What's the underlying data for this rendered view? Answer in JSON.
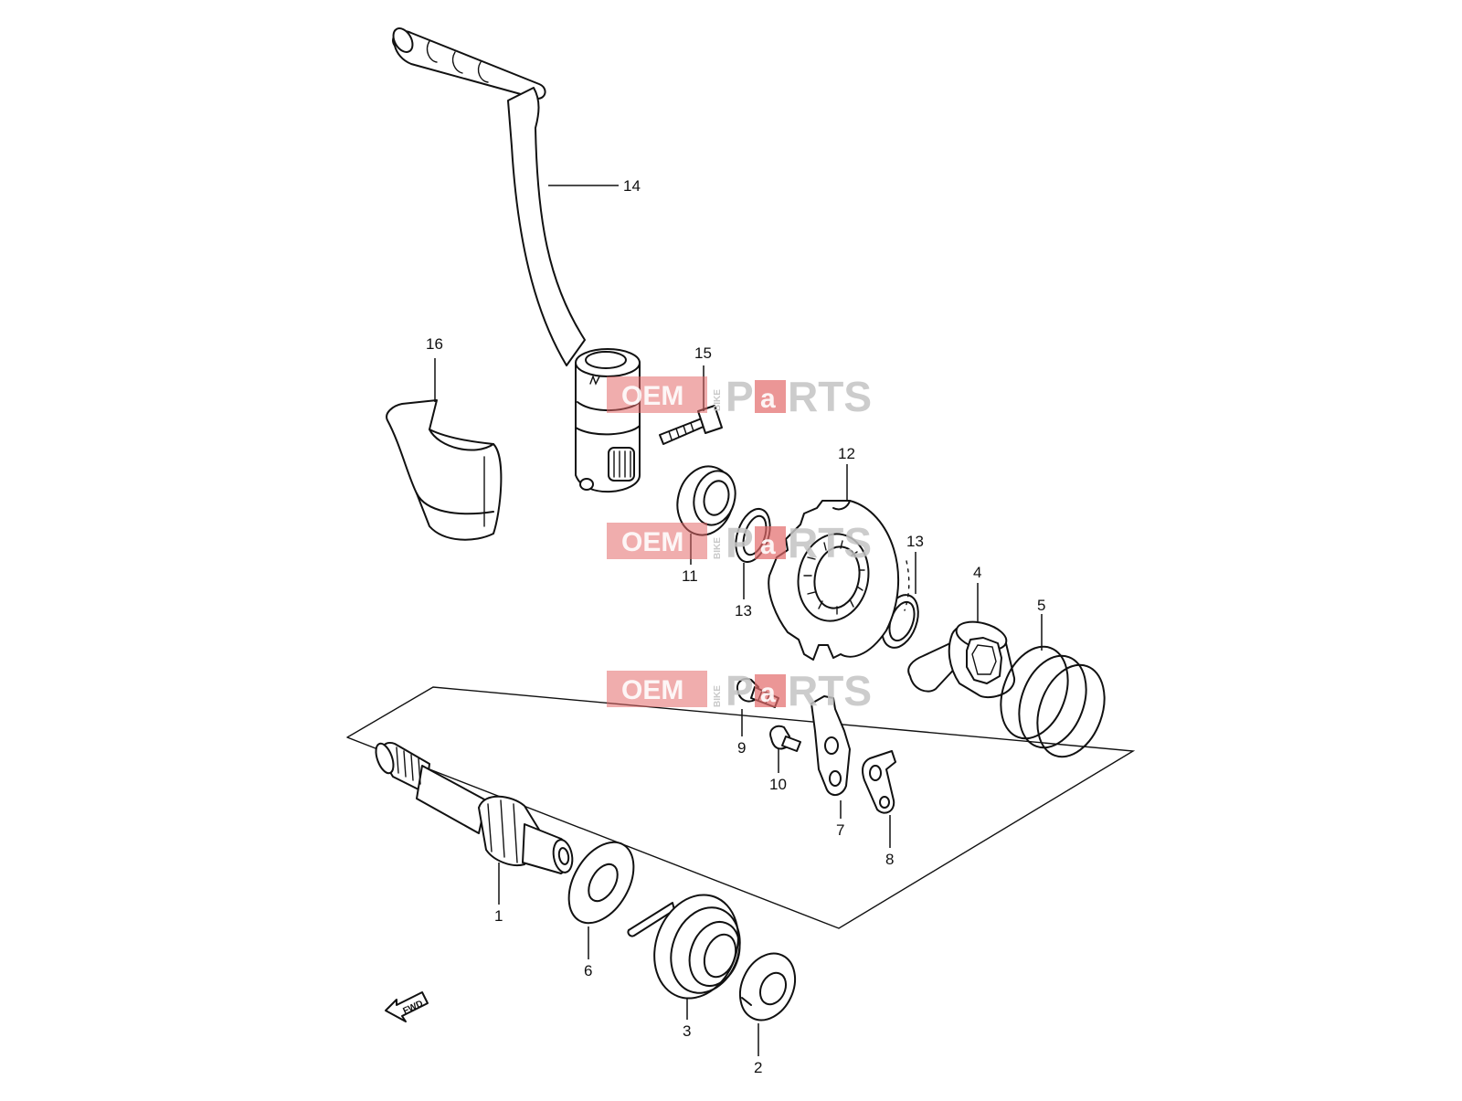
{
  "diagram": {
    "callouts": [
      {
        "id": "c1",
        "label": "1"
      },
      {
        "id": "c2",
        "label": "2"
      },
      {
        "id": "c3",
        "label": "3"
      },
      {
        "id": "c4",
        "label": "4"
      },
      {
        "id": "c5",
        "label": "5"
      },
      {
        "id": "c6",
        "label": "6"
      },
      {
        "id": "c7",
        "label": "7"
      },
      {
        "id": "c8",
        "label": "8"
      },
      {
        "id": "c9",
        "label": "9"
      },
      {
        "id": "c10",
        "label": "10"
      },
      {
        "id": "c11",
        "label": "11"
      },
      {
        "id": "c12",
        "label": "12"
      },
      {
        "id": "c13a",
        "label": "13"
      },
      {
        "id": "c13b",
        "label": "13"
      },
      {
        "id": "c14",
        "label": "14"
      },
      {
        "id": "c15",
        "label": "15"
      },
      {
        "id": "c16",
        "label": "16"
      }
    ],
    "fwd_label": "FWD"
  },
  "watermark": {
    "oem": "OEM",
    "bike": "BIKE",
    "parts_p": "P",
    "parts_a": "a",
    "parts_rest": "RTS"
  },
  "colors": {
    "line": "#111111",
    "watermark_red": "#e36a6a",
    "watermark_gray": "#c4c4c4"
  }
}
